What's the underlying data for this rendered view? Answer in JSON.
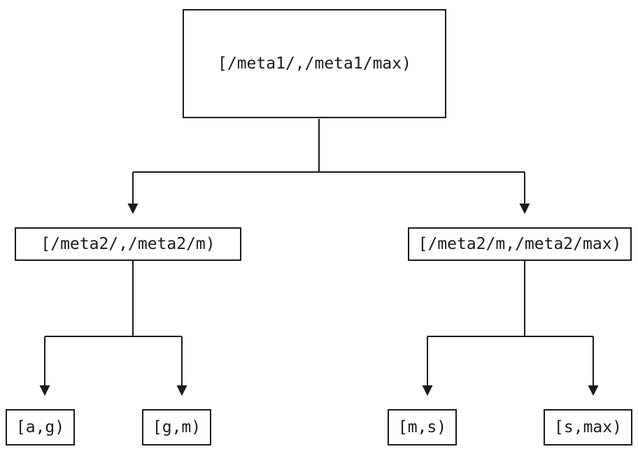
{
  "diagram": {
    "kind": "binary-interval-tree",
    "nodes": [
      {
        "id": "root",
        "label": "[/meta1/,/meta1/max)"
      },
      {
        "id": "meta2-left",
        "label": "[/meta2/,/meta2/m)"
      },
      {
        "id": "meta2-right",
        "label": "[/meta2/m,/meta2/max)"
      },
      {
        "id": "leaf-a-g",
        "label": "[a,g)"
      },
      {
        "id": "leaf-g-m",
        "label": "[g,m)"
      },
      {
        "id": "leaf-m-s",
        "label": "[m,s)"
      },
      {
        "id": "leaf-s-max",
        "label": "[s,max)"
      }
    ],
    "edges": [
      {
        "from": "root",
        "to": "meta2-left"
      },
      {
        "from": "root",
        "to": "meta2-right"
      },
      {
        "from": "meta2-left",
        "to": "leaf-a-g"
      },
      {
        "from": "meta2-left",
        "to": "leaf-g-m"
      },
      {
        "from": "meta2-right",
        "to": "leaf-m-s"
      },
      {
        "from": "meta2-right",
        "to": "leaf-s-max"
      }
    ],
    "colors": {
      "line": "#1a1a1a",
      "text": "#1a1a1a",
      "background": "#ffffff"
    }
  }
}
